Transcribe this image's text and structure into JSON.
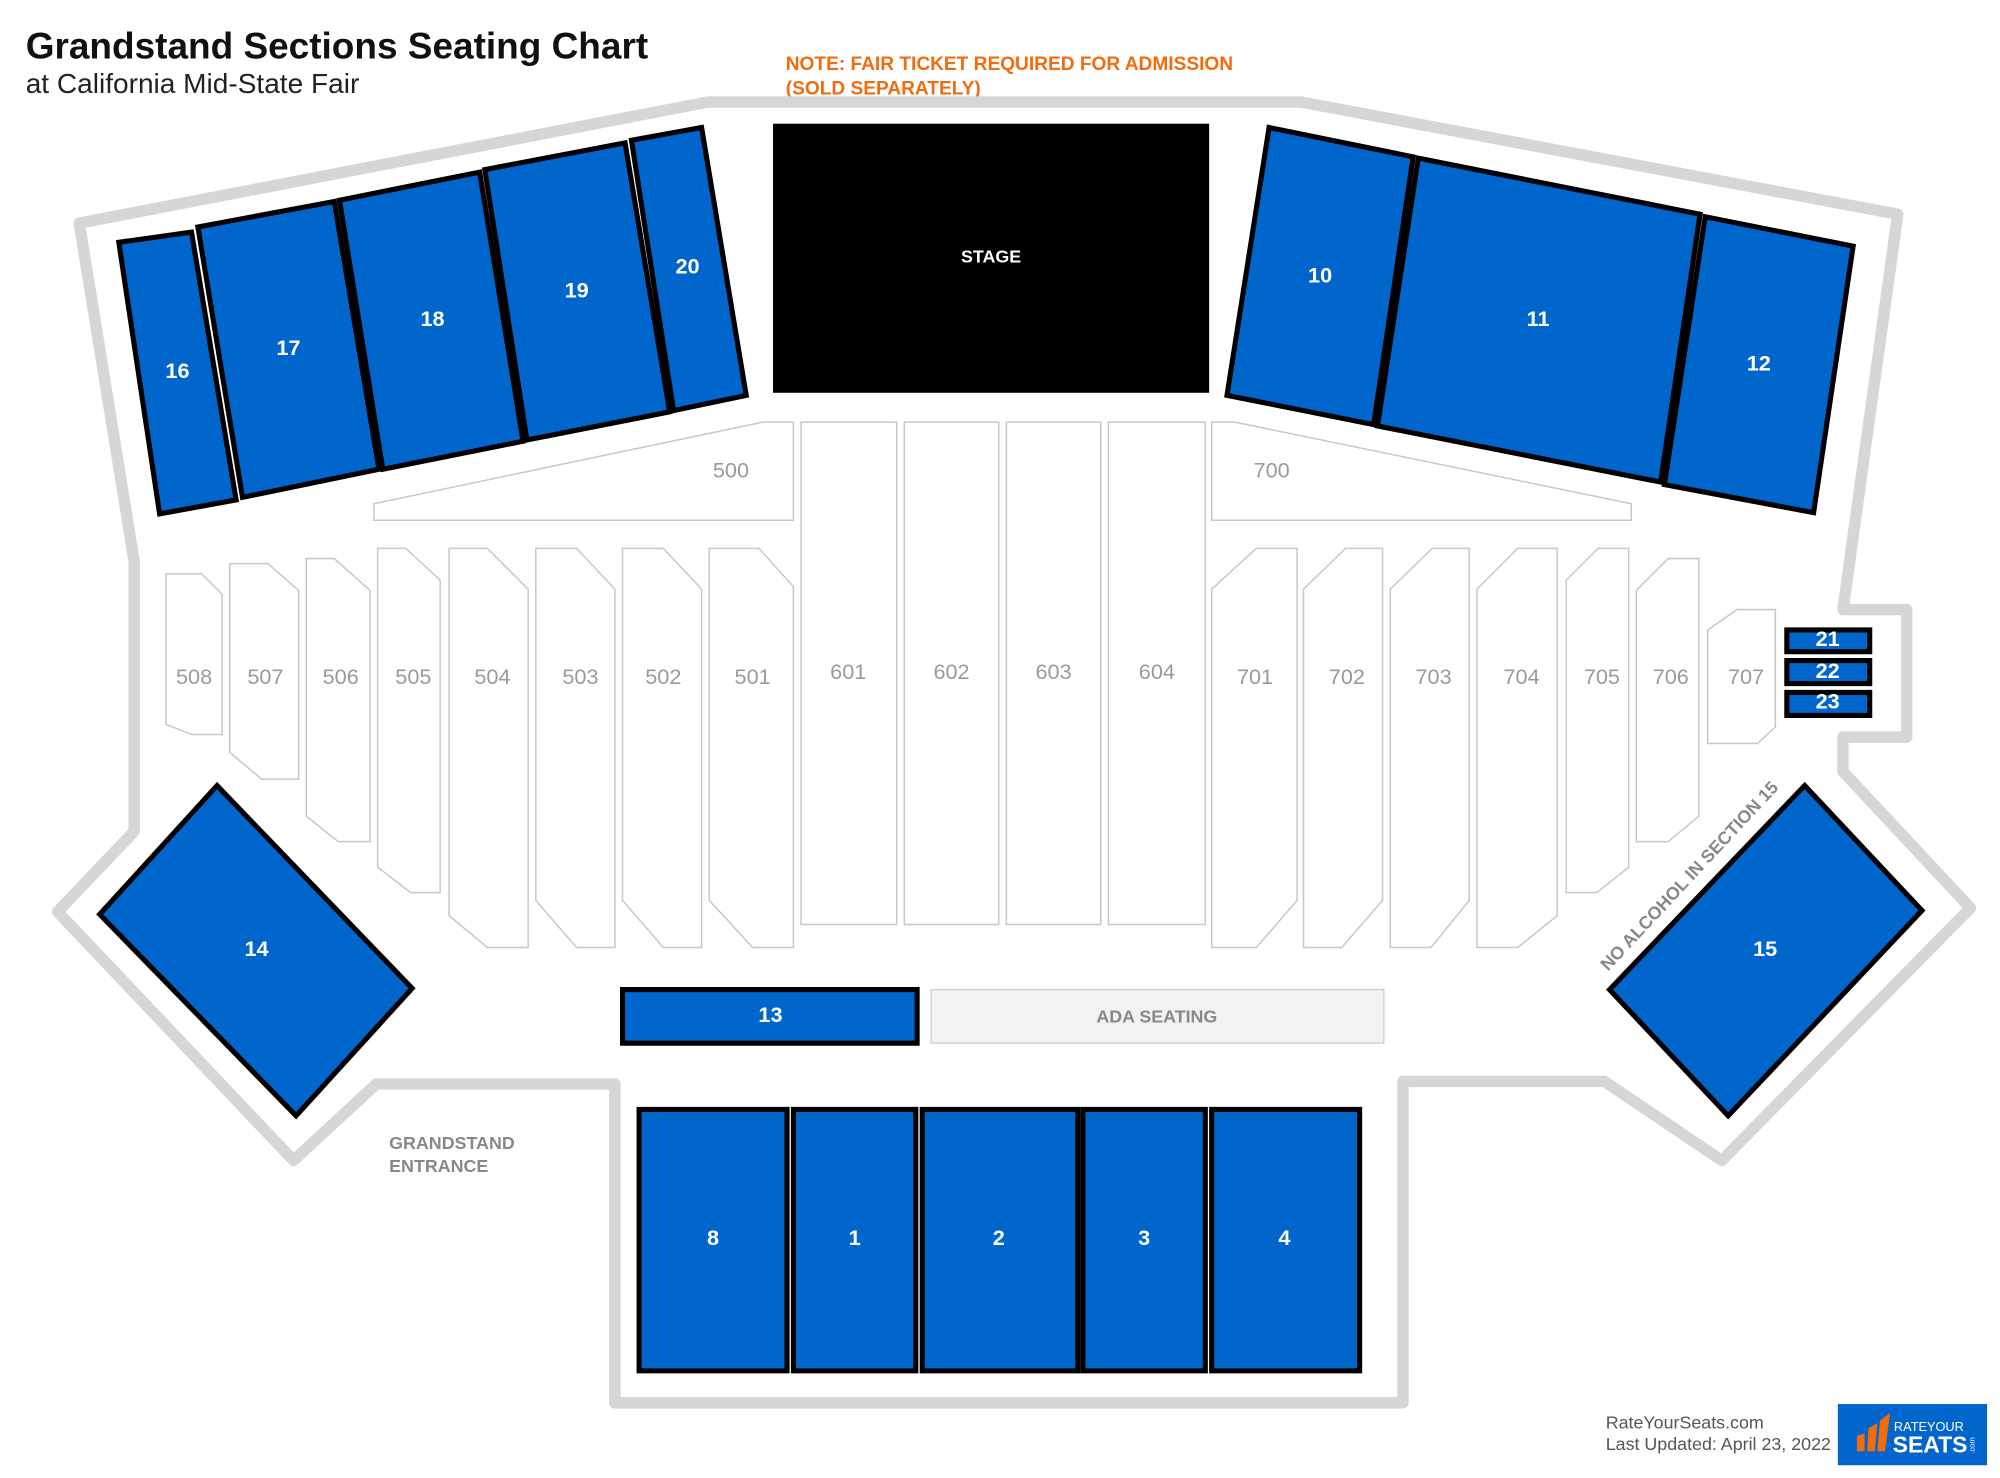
{
  "header": {
    "title": "Grandstand Sections Seating Chart",
    "subtitle": "at California Mid-State Fair",
    "note_line1": "NOTE: FAIR TICKET REQUIRED FOR ADMISSION",
    "note_line2": "(SOLD SEPARATELY)"
  },
  "colors": {
    "section_blue": "#0066cc",
    "note_orange": "#f26b0f",
    "stage": "#000000"
  },
  "stage_label": "STAGE",
  "ada_label": "ADA SEATING",
  "alcohol_note": "NO ALCOHOL IN SECTION 15",
  "entrance_line1": "GRANDSTAND",
  "entrance_line2": "ENTRANCE",
  "sections": {
    "s1": "1",
    "s2": "2",
    "s3": "3",
    "s4": "4",
    "s8": "8",
    "s10": "10",
    "s11": "11",
    "s12": "12",
    "s13": "13",
    "s14": "14",
    "s15": "15",
    "s16": "16",
    "s17": "17",
    "s18": "18",
    "s19": "19",
    "s20": "20",
    "s21": "21",
    "s22": "22",
    "s23": "23",
    "s500": "500",
    "s501": "501",
    "s502": "502",
    "s503": "503",
    "s504": "504",
    "s505": "505",
    "s506": "506",
    "s507": "507",
    "s508": "508",
    "s601": "601",
    "s602": "602",
    "s603": "603",
    "s604": "604",
    "s700": "700",
    "s701": "701",
    "s702": "702",
    "s703": "703",
    "s704": "704",
    "s705": "705",
    "s706": "706",
    "s707": "707"
  },
  "footer": {
    "site": "RateYourSeats.com",
    "updated": "Last Updated: April 23, 2022",
    "logo_top": "RATEYOUR",
    "logo_bottom": "SEATS",
    "logo_com": ".com"
  }
}
